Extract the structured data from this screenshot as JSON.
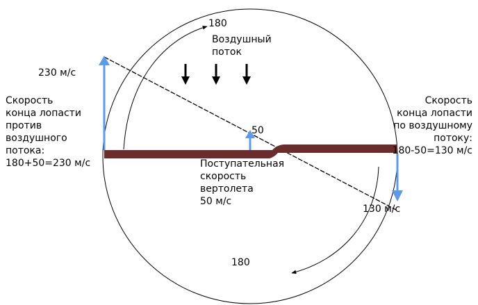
{
  "labels": {
    "top_arc_value": "180",
    "bottom_arc_value": "180",
    "airflow": "Воздушный\nпоток",
    "left_tip_speed_value": "230 м/с",
    "right_tip_speed_value": "130 м/с",
    "hub_speed_value": "50",
    "left_caption": "Скорость\nконца лопасти\nпротив\nвоздушного\nпотока:\n180+50=230 м/с",
    "right_caption": "Скорость\nконца лопасти\nпо воздушному\nпотоку:\n180-50=130 м/с",
    "forward_speed_caption": "Поступательная\nскорость\nвертолета\n50 м/с"
  },
  "colors": {
    "blade": "#6b2c2c",
    "velocity_arrow": "#5b9bea",
    "line": "#000000",
    "background": "#ffffff"
  }
}
